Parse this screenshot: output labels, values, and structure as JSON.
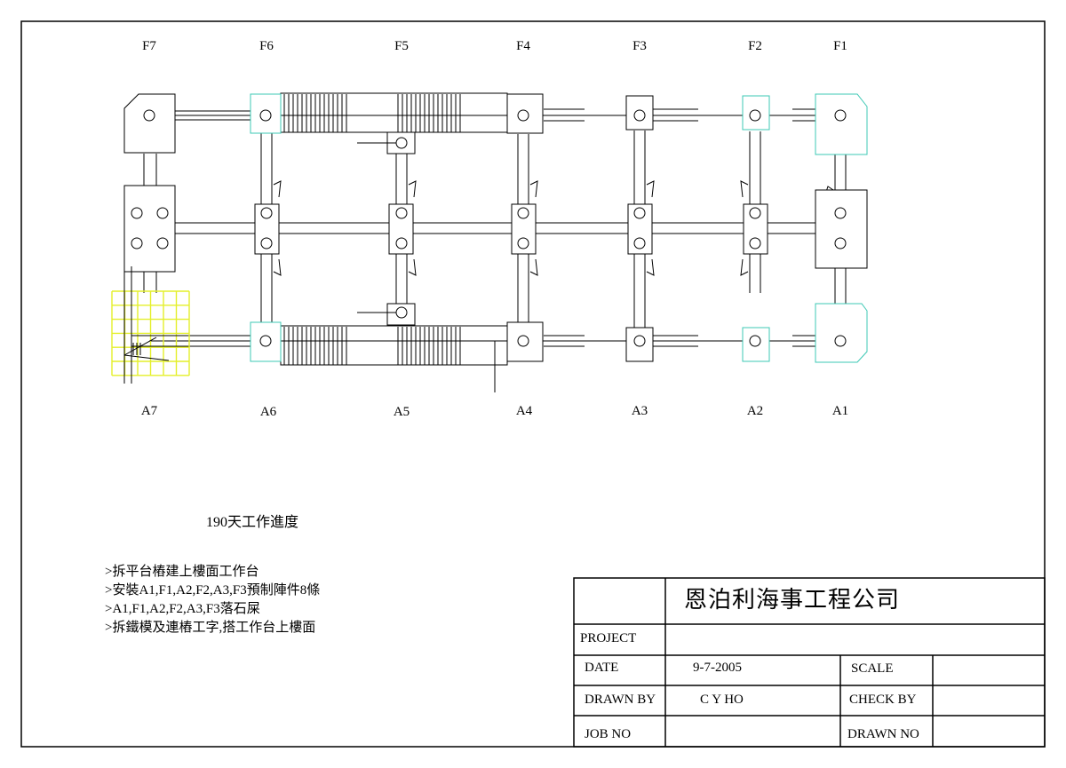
{
  "column_labels": {
    "top": [
      "F7",
      "F6",
      "F5",
      "F4",
      "F3",
      "F2",
      "F1"
    ],
    "bottom": [
      "A7",
      "A6",
      "A5",
      "A4",
      "A3",
      "A2",
      "A1"
    ]
  },
  "progress_title": "190天工作進度",
  "notes": [
    ">拆平台樁建上樓面工作台",
    ">安裝A1,F1,A2,F2,A3,F3預制陣件8條",
    ">A1,F1,A2,F2,A3,F3落石屎",
    ">拆鐵模及連樁工字,搭工作台上樓面"
  ],
  "title_block": {
    "company": "恩泊利海事工程公司",
    "project_label": "PROJECT",
    "project_value": "",
    "date_label": "DATE",
    "date_value": "9-7-2005",
    "scale_label": "SCALE",
    "scale_value": "",
    "drawn_by_label": "DRAWN BY",
    "drawn_by_value": "C Y HO",
    "check_by_label": "CHECK BY",
    "check_by_value": "",
    "job_no_label": "JOB NO",
    "job_no_value": "",
    "drawn_no_label": "DRAWN NO",
    "drawn_no_value": ""
  },
  "colors": {
    "line": "#000000",
    "installed_precast": "#3cc8b4",
    "work_platform": "#e4ef2a"
  }
}
